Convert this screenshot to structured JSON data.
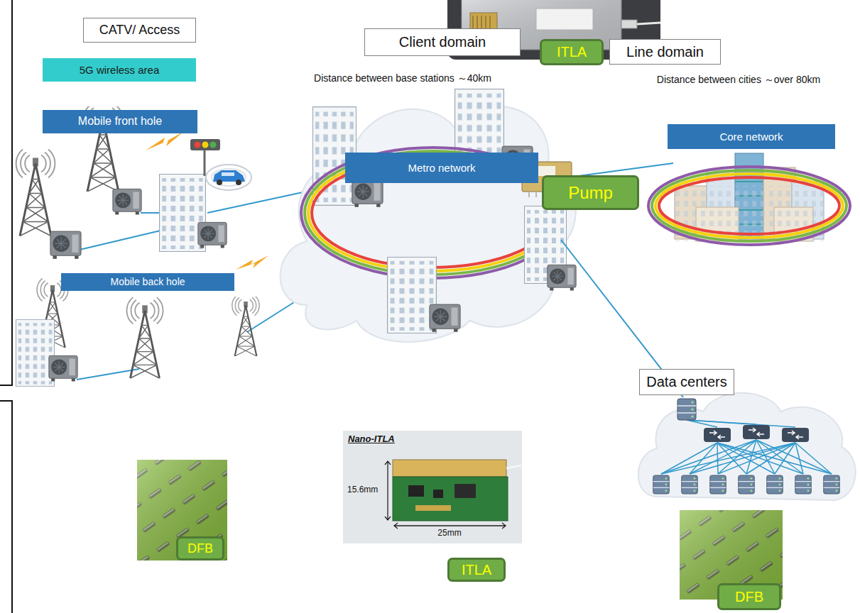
{
  "diagram": {
    "nodes": [
      {
        "text": [
          "CATV/ Access"
        ]
      },
      {
        "text": [
          "5G wireless area"
        ]
      },
      {
        "text": [
          "Mobile front hole"
        ]
      },
      {
        "text": [
          "Client domain"
        ]
      },
      {
        "text": [
          "Metro network"
        ]
      },
      {
        "text": [
          "ITLA"
        ]
      },
      {
        "text": [
          "Line domain"
        ]
      },
      {
        "text": [
          "Core network"
        ]
      },
      {
        "text": [
          "Pump"
        ]
      },
      {
        "text": [
          "Data centers"
        ]
      },
      {
        "text": [
          "Mobile back hole"
        ]
      },
      {
        "text": [
          "DFB"
        ]
      },
      {
        "text": [
          "ITLA"
        ]
      },
      {
        "text": [
          "DFB"
        ]
      }
    ],
    "labels": [
      "Distance between base stations ～40km",
      "Distance between cities ～over 80km",
      "Nano-ITLA",
      "15.6mm",
      "25mm"
    ]
  }
}
